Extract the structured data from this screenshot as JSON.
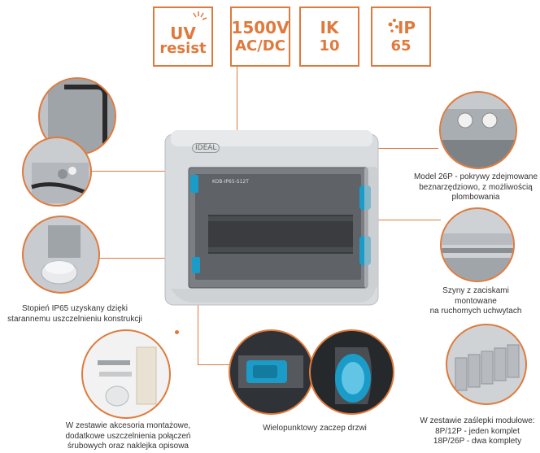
{
  "badges": {
    "uv": {
      "line1": "UV",
      "line2": "resist"
    },
    "voltage": {
      "line1": "1500V",
      "line2": "AC/DC"
    },
    "ik": {
      "line1": "IK",
      "line2": "10"
    },
    "ip": {
      "line1": "IP",
      "line2": "65"
    }
  },
  "product": {
    "brand": "IDEAL",
    "model_label": "KOB-IP65-S12T"
  },
  "captions": {
    "right_top": [
      "Model 26P - pokrywy zdejmowane",
      "beznarzędziowo, z możliwością",
      "plombowania"
    ],
    "right_middle": [
      "Szyny z zaciskami",
      "montowane",
      "na ruchomych uchwytach"
    ],
    "left_middle": [
      "Stopień IP65 uzyskany dzięki",
      "starannemu uszczelnieniu konstrukcji"
    ],
    "bottom_left": [
      "W zestawie akcesoria montażowe,",
      "dodatkowe uszczelnienia połączeń",
      "śrubowych oraz naklejka opisowa"
    ],
    "bottom_center": [
      "Wielopunktowy zaczep drzwi"
    ],
    "bottom_right": [
      "W zestawie zaślepki modułowe:",
      "8P/12P - jeden komplet",
      "18P/26P - dwa komplety"
    ]
  },
  "colors": {
    "accent": "#e07a3c",
    "latch_blue": "#1a9bc8",
    "housing_gray": "#d9dcdf"
  }
}
